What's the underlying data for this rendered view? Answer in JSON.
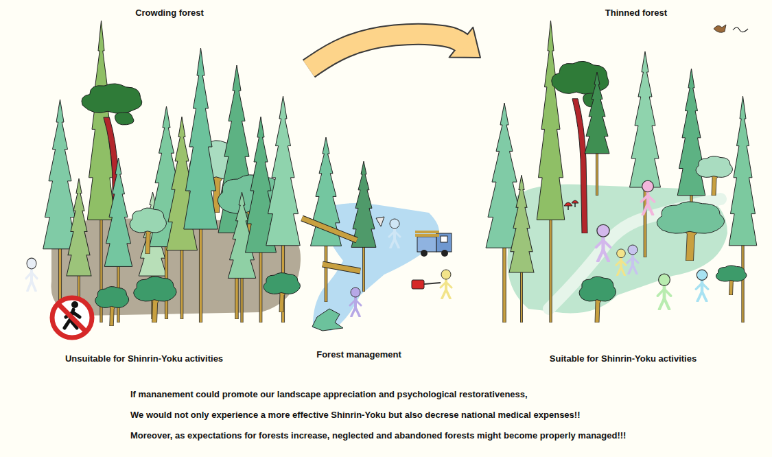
{
  "diagram": {
    "nodes": [
      {
        "text": [
          "Crowding forest",
          "Unsuitable for Shinrin-Yoku activities"
        ]
      },
      {
        "text": [
          "Forest management"
        ]
      },
      {
        "text": [
          "Thinned forest",
          "Suitable for Shinrin-Yoku activities"
        ]
      }
    ],
    "edges": [
      {
        "from": 0,
        "to": 2,
        "arrow": "to"
      }
    ],
    "labels": [
      "If mananement could promote our landscape appreciation and psychological restorativeness,",
      "We would not only experience a more effective Shinrin-Yoku but also decrese national medical expenses!!",
      "Moreover, as expectations for forests increase, neglected and abandoned forests might become properly managed!!!"
    ]
  }
}
